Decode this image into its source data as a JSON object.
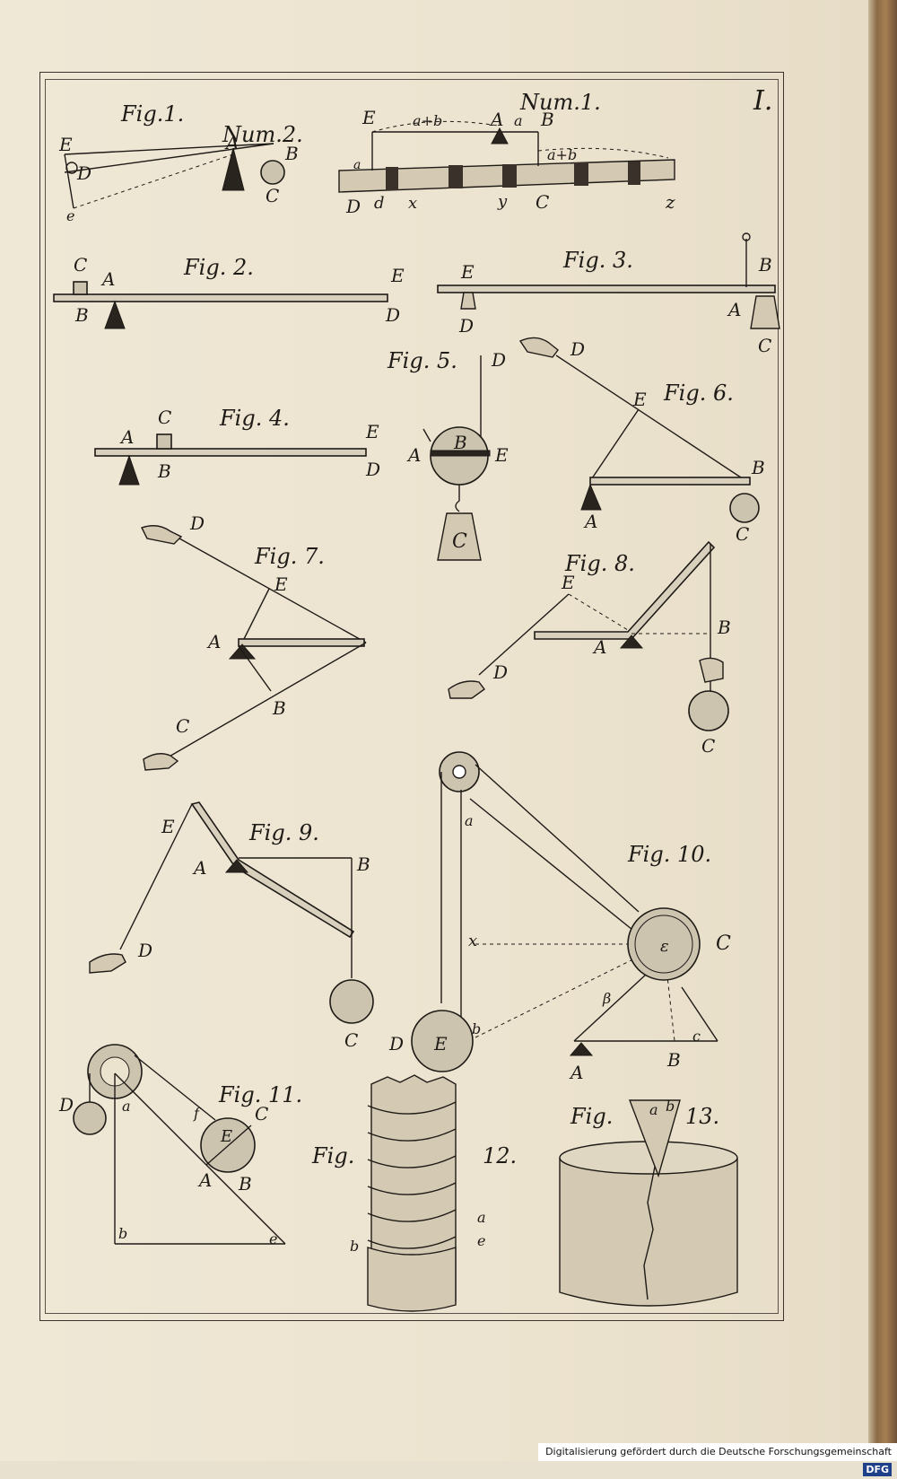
{
  "plate_number": "I.",
  "figures": {
    "fig1": {
      "caption": "Fig.1.",
      "sub_caption": "Num.2.",
      "labels": [
        "E",
        "D",
        "A",
        "B",
        "C",
        "e"
      ]
    },
    "num1": {
      "caption": "Num.1.",
      "labels": [
        "E",
        "A",
        "a",
        "B",
        "a",
        "a+b",
        "a+b",
        "D",
        "d",
        "x",
        "y",
        "C",
        "z"
      ]
    },
    "fig2": {
      "caption": "Fig. 2.",
      "labels": [
        "C",
        "A",
        "B",
        "E",
        "D"
      ]
    },
    "fig3": {
      "caption": "Fig. 3.",
      "labels": [
        "E",
        "D",
        "B",
        "A",
        "C"
      ]
    },
    "fig4": {
      "caption": "Fig. 4.",
      "labels": [
        "C",
        "A",
        "B",
        "E",
        "D"
      ]
    },
    "fig5": {
      "caption": "Fig. 5.",
      "labels": [
        "D",
        "A",
        "B",
        "E",
        "C"
      ]
    },
    "fig6": {
      "caption": "Fig. 6.",
      "labels": [
        "D",
        "E",
        "B",
        "A",
        "C"
      ]
    },
    "fig7": {
      "caption": "Fig. 7.",
      "labels": [
        "D",
        "E",
        "A",
        "B",
        "C"
      ]
    },
    "fig8": {
      "caption": "Fig. 8.",
      "labels": [
        "E",
        "A",
        "B",
        "D",
        "C"
      ]
    },
    "fig9": {
      "caption": "Fig. 9.",
      "labels": [
        "E",
        "A",
        "B",
        "D",
        "C"
      ]
    },
    "fig10": {
      "caption": "Fig. 10.",
      "labels": [
        "a",
        "x",
        "ε",
        "C",
        "β",
        "b",
        "c",
        "D",
        "E",
        "A",
        "B"
      ]
    },
    "fig11": {
      "caption": "Fig. 11.",
      "labels": [
        "D",
        "a",
        "f",
        "E",
        "C",
        "A",
        "B",
        "b",
        "e"
      ]
    },
    "fig12": {
      "caption": "Fig.",
      "number": "12.",
      "labels": [
        "a",
        "b",
        "e"
      ]
    },
    "fig13": {
      "caption": "Fig.",
      "number": "13.",
      "labels": [
        "a",
        "b"
      ]
    }
  },
  "footer": {
    "text": "Digitalisierung gefördert durch die Deutsche Forschungsgemeinschaft",
    "logo": "DFG"
  },
  "colors": {
    "paper": "#ece3cf",
    "ink": "#1e1a16",
    "spine": "#8b6a45"
  }
}
